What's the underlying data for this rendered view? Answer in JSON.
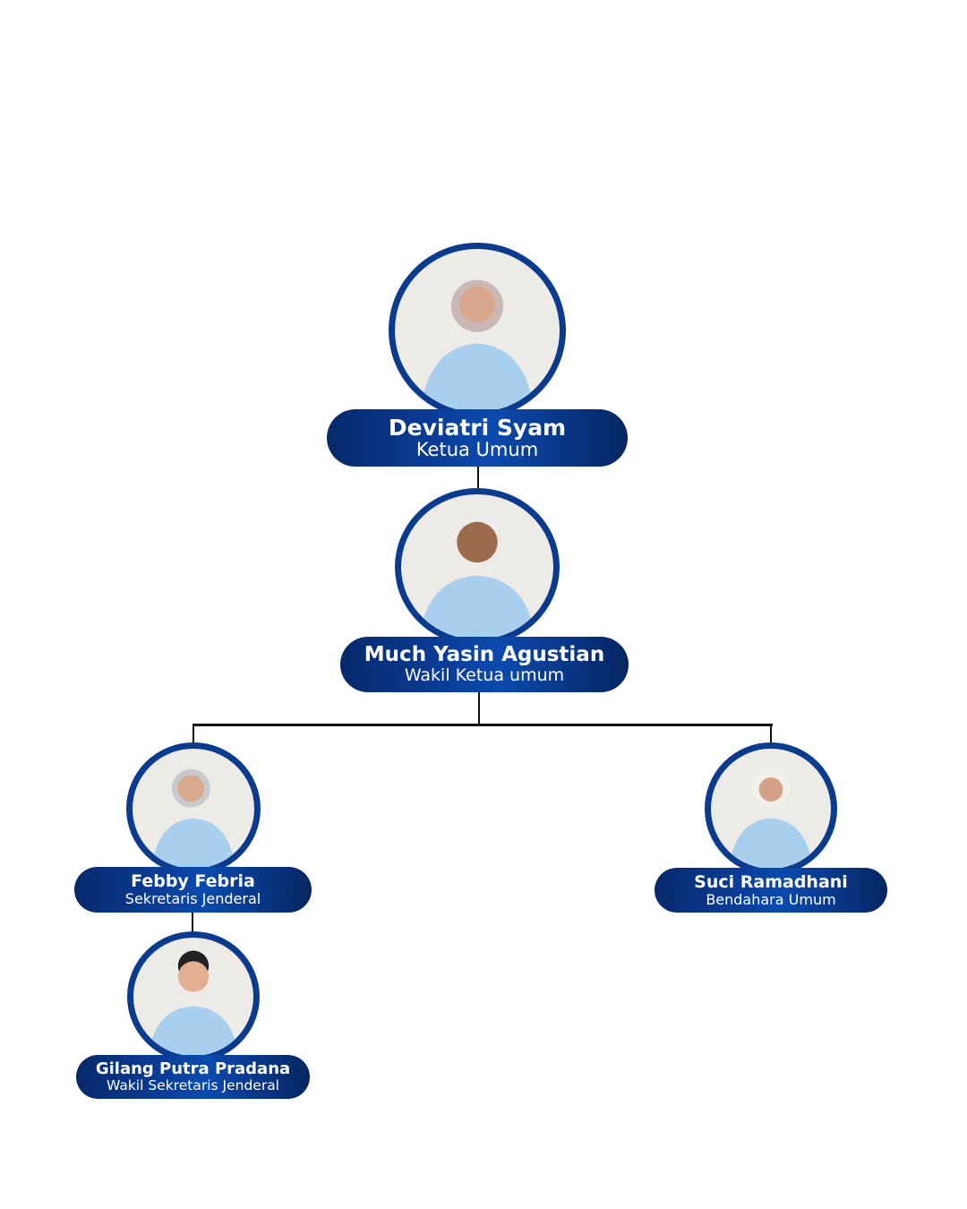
{
  "org_chart": {
    "members": [
      {
        "name": "Deviatri Syam",
        "role": "Ketua Umum"
      },
      {
        "name": "Much Yasin Agustian",
        "role": "Wakil Ketua umum"
      },
      {
        "name": "Febby Febria",
        "role": "Sekretaris Jenderal"
      },
      {
        "name": "Suci Ramadhani",
        "role": "Bendahara Umum"
      },
      {
        "name": "Gilang Putra Pradana",
        "role": "Wakil Sekretaris Jenderal"
      }
    ],
    "colors": {
      "accent": "#0b3b8f",
      "shirt": "#a9cfee"
    }
  }
}
